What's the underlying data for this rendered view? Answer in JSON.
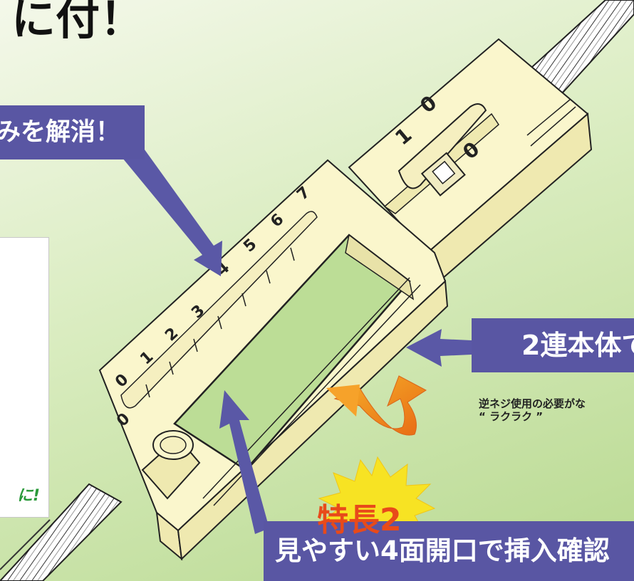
{
  "headline": "に付！",
  "labels": {
    "top_callout": "みを解消！",
    "right_callout": "2連本体で",
    "bottom_callout": "見やすい4面開口で挿入確認",
    "note_line1": "逆ネジ使用の必要がな",
    "note_line2": "“ ラクラク ”"
  },
  "inset": {
    "caption": "に!"
  },
  "badge": {
    "text": "特長2"
  },
  "scale": {
    "main_ticks": [
      "0",
      "1",
      "2",
      "3",
      "4",
      "5",
      "6",
      "7"
    ],
    "main_zero_lower": "0",
    "upper_digits": [
      "0",
      "1",
      "0"
    ]
  },
  "colors": {
    "label_box": "#5956a3",
    "arrow": "#5a58a6",
    "body": "#faf6cc",
    "badge_star": "#f7e323",
    "badge_text": "#e84a1a",
    "curl_arrow": "#f08c1a",
    "inset_caption": "#2a9a3a"
  }
}
